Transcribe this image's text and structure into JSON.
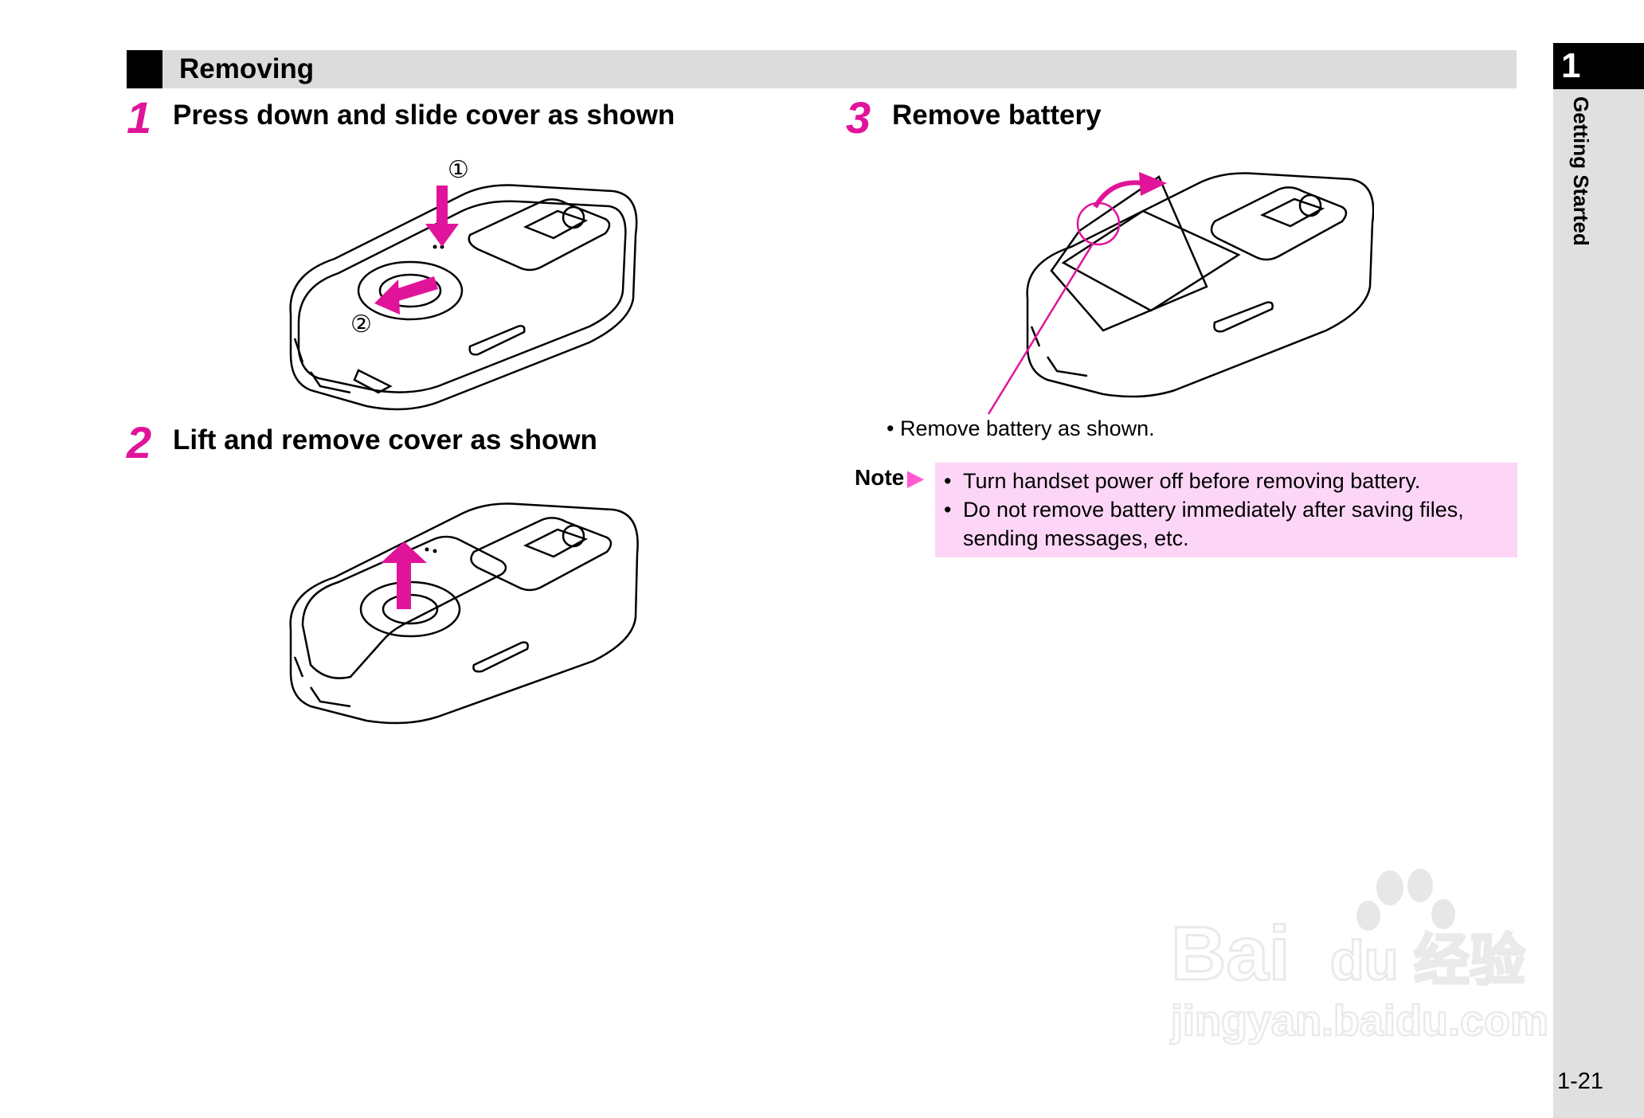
{
  "section": {
    "title": "Removing"
  },
  "steps": [
    {
      "number": "1",
      "title": "Press down and slide cover as shown",
      "markers": [
        "①",
        "②"
      ]
    },
    {
      "number": "2",
      "title": "Lift and remove cover as shown"
    },
    {
      "number": "3",
      "title": "Remove battery",
      "bullet": "• Remove battery as shown."
    }
  ],
  "note": {
    "label": "Note",
    "arrow": "▶",
    "items": [
      {
        "bullet": "•",
        "text": "Turn handset power off before removing battery."
      },
      {
        "bullet": "•",
        "text": "Do not remove battery immediately after saving files,"
      },
      {
        "bullet": "",
        "text": "sending messages, etc."
      }
    ]
  },
  "side_tab": {
    "chapter": "1",
    "name": "Getting Started"
  },
  "page_number": "1-21",
  "watermark": {
    "line1": "Bai du 经验",
    "line2": "jingyan.baidu.com"
  },
  "colors": {
    "accent": "#e0149a",
    "note_bg": "#fdd6f7",
    "section_bar": "#dcdcdc",
    "side_strip": "#e0e0e0"
  }
}
